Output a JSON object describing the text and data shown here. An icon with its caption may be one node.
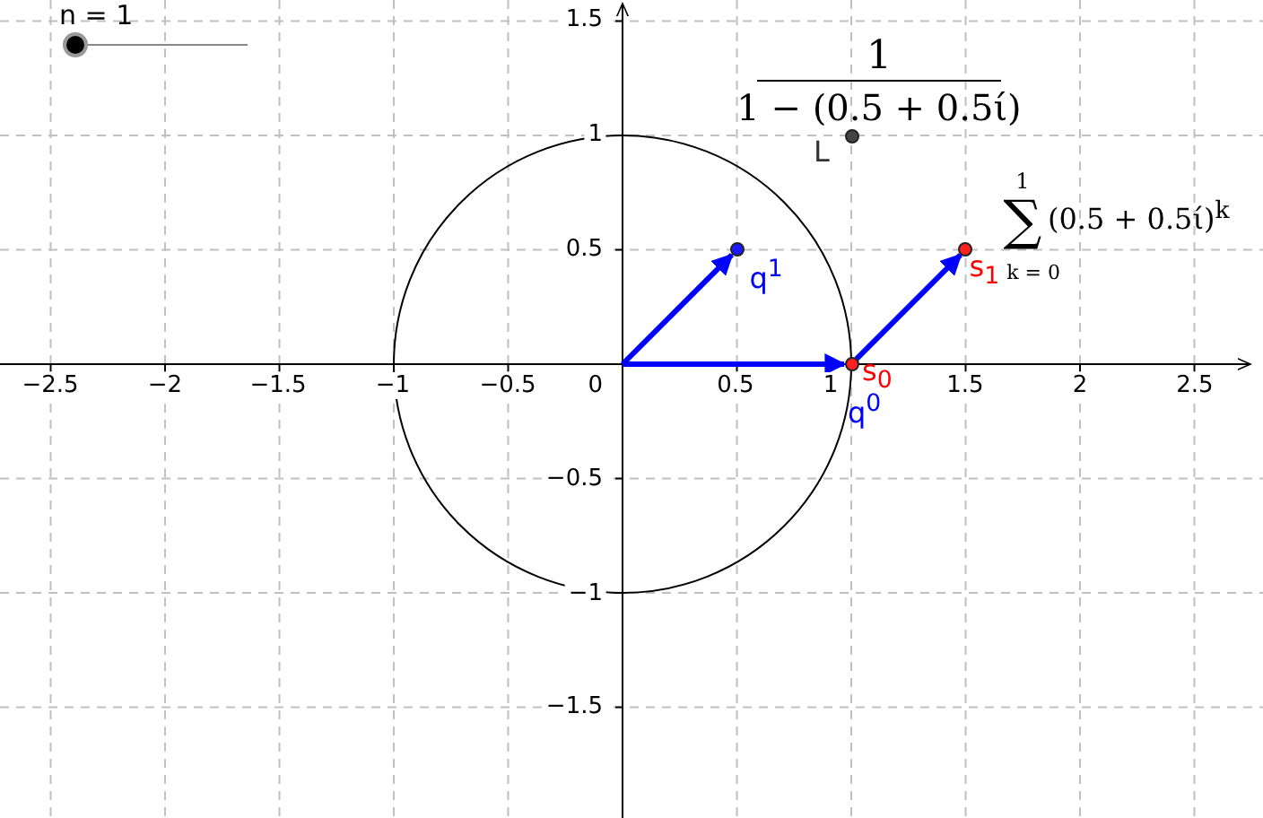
{
  "diagram": {
    "nodes": [
      {
        "text": [
          "q$^{1}$"
        ]
      },
      {
        "text": [
          "s$_{0}$",
          "q$^{0}$"
        ]
      },
      {
        "text": [
          "s$_{1}$"
        ]
      },
      {
        "text": [
          "L"
        ]
      }
    ],
    "edges": [
      {
        "from": null,
        "to": 0,
        "arrow": "to"
      },
      {
        "from": null,
        "to": 1,
        "arrow": "to"
      },
      {
        "from": 1,
        "to": 2,
        "arrow": "to"
      }
    ],
    "labels": [
      "n = 1",
      "1.5",
      "1",
      "1 − (0.5 + 0.5ί)",
      "1",
      "1",
      "∑",
      "(0.5 + 0.5ί)$^{k}$",
      "0.5",
      "k = 0",
      "−2.5",
      "−2",
      "−1.5",
      "−1",
      "−0.5",
      "0",
      "0.5",
      "1",
      "1.5",
      "2",
      "2.5",
      "−0.5",
      "−1",
      "−1.5"
    ]
  }
}
